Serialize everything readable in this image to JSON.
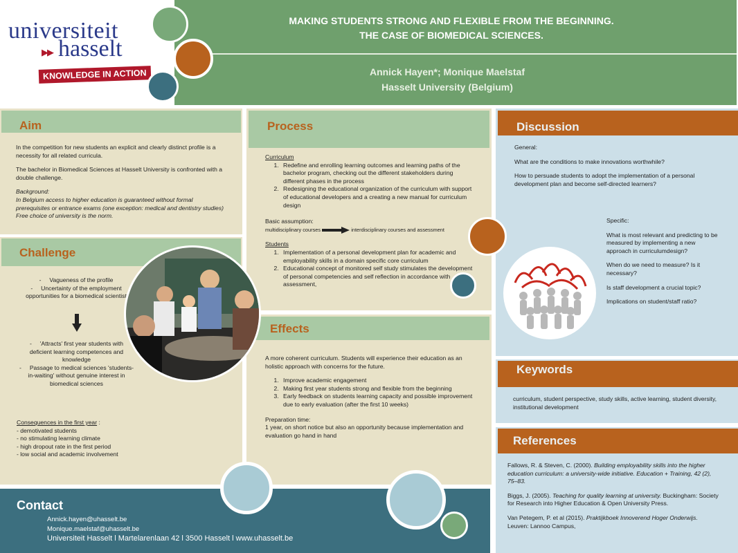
{
  "logo": {
    "line1": "universiteit",
    "line2": "hasselt",
    "arrows": "▶▶",
    "tagline": "KNOWLEDGE IN ACTION"
  },
  "header": {
    "title_line1": "MAKING STUDENTS STRONG AND FLEXIBLE FROM THE BEGINNING.",
    "title_line2": "THE CASE OF BIOMEDICAL SCIENCES.",
    "authors": "Annick Hayen*; Monique Maelstaf",
    "affiliation": "Hasselt University (Belgium)"
  },
  "aim": {
    "title": "Aim",
    "p1": "In the competition for new students an explicit and clearly distinct profile is a necessity for all related curricula.",
    "p2": "The bachelor in Biomedical Sciences at Hasselt University is confronted with a double challenge.",
    "background_label": "Background:",
    "background_text": "In Belgium access to higher education is guaranteed without formal prerequisites or entrance exams (one exception: medical and dentistry studies) Free choice of university is the norm."
  },
  "challenge": {
    "title": "Challenge",
    "items_a": [
      "Vagueness of the profile",
      "Uncertainty of the employment opportunities for a biomedical scientist"
    ],
    "items_b": [
      "'Attracts' first year students with deficient learning competences and knowledge",
      "Passage to medical sciences 'students-in-waiting' without genuine interest in biomedical sciences"
    ],
    "consequences_label": "Consequences in the first year",
    "consequences_colon": " :",
    "consequences": [
      "- demotivated students",
      "- no stimulating learning climate",
      "- high dropout rate in the first period",
      "- low social and academic involvement"
    ]
  },
  "process": {
    "title": "Process",
    "curriculum_label": "Curriculum",
    "curriculum_items": [
      "Redefine and enrolling learning outcomes and learning paths of the bachelor program, checking out the different stakeholders during different phases in the process",
      "Redesigning the educational organization of the curriculum with support of educational developers and a creating a new manual for curriculum design"
    ],
    "assumption_label": "Basic assumption:",
    "assumption_from": "multidisciplinary courses",
    "assumption_to": "interdisciplinary courses  and assessment",
    "students_label": "Students",
    "students_items": [
      "Implementation of a personal development plan for academic and employability skills in a domain specific core curriculum",
      "Educational concept of monitored self study stimulates the development of personal competencies and self reflection in accordance with assessment,"
    ]
  },
  "effects": {
    "title": "Effects",
    "intro": "A more coherent curriculum. Students will experience their education as an holistic approach with concerns for the future.",
    "items": [
      "Improve academic engagement",
      "Making first year students strong and flexible from the beginning",
      "Early feedback on students learning capacity and possible improvement due to early evaluation (after the first 10 weeks)"
    ],
    "prep_label": "Preparation time:",
    "prep_text": "1 year, on short notice but also an opportunity because implementation and evaluation go hand in hand"
  },
  "discussion": {
    "title": "Discussion",
    "general_label": "General:",
    "general_q1": "What are the conditions to make innovations worthwhile?",
    "general_q2": "How to persuade students to adopt the implementation of a personal development plan and become self-directed learners?",
    "specific_label": "Specific:",
    "specific_q1": "What is most relevant and predicting to be measured by implementing a new approach in curriculumdesign?",
    "specific_q2": "When do we need to measure? Is it necessary?",
    "specific_q3": "Is staff development a crucial topic?",
    "specific_q4": "Implications on student/staff ratio?"
  },
  "keywords": {
    "title": "Keywords",
    "text": "curriculum, student perspective, study skills, active learning, student diversity, institutional development"
  },
  "references": {
    "title": "References",
    "ref1_plain": "Fallows, R. & Steven, C. (2000). ",
    "ref1_italic": "Building employability skills into the higher education curriculum: a university-wide initiative. Education + Training, 42 (2), 75–83.",
    "ref2_plain": "Biggs, J. (2005). ",
    "ref2_italic": "Teaching for quality learning at university.",
    "ref2_rest": " Buckingham: Society for Research into Higher Education & Open University Press.",
    "ref3_plain": "Van Petegem, P. et al (2015). ",
    "ref3_italic": "Praktijkboek Innoverend Hoger Onderwijs.",
    "ref3_rest": " Leuven: Lannoo Campus,"
  },
  "contact": {
    "title": "Contact",
    "email1": "Annick.hayen@uhasselt.be",
    "email2": "Monique.maelstaf@uhasselt.be",
    "address": "Universiteit Hasselt l Martelarenlaan 42 l 3500 Hasselt l www.uhasselt.be"
  },
  "colors": {
    "header_green": "#6fa06d",
    "panel_beige": "#e8e2c8",
    "section_green": "#a9c9a4",
    "section_orange": "#b8621e",
    "panel_blue": "#ccdfe8",
    "contact_teal": "#3c6f7f",
    "brand_red": "#b0182b",
    "brand_blue": "#2b3a8a"
  },
  "icons": [
    "classroom-photo",
    "network-people-illustration",
    "arrow-down-icon",
    "arrow-right-icon"
  ]
}
